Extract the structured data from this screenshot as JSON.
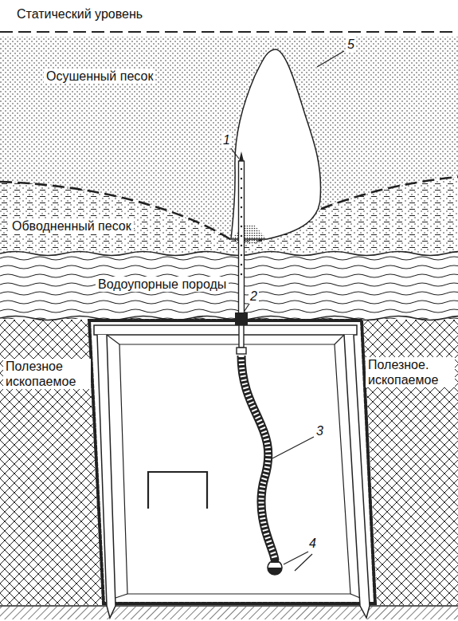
{
  "diagram": {
    "labels": [
      "Статический уровень",
      "Осушенный песок",
      "Обводненный песок",
      "Водоупорные породы",
      "Полезное ископаемое",
      "Полезное. ископаемое",
      "1",
      "2",
      "3",
      "4",
      "5"
    ]
  }
}
